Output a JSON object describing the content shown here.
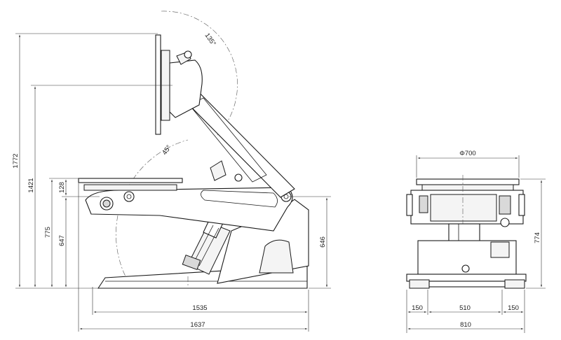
{
  "side_view": {
    "height_total": "1772",
    "height_table_center": "1421",
    "height_775": "775",
    "height_647": "647",
    "height_128": "128",
    "height_646": "646",
    "width_1535": "1535",
    "width_1637": "1637",
    "angle_135": "135°",
    "angle_45": "45°"
  },
  "front_view": {
    "diameter": "Φ700",
    "height_774": "774",
    "width_left": "150",
    "width_center": "510",
    "width_right": "150",
    "width_total": "810"
  }
}
